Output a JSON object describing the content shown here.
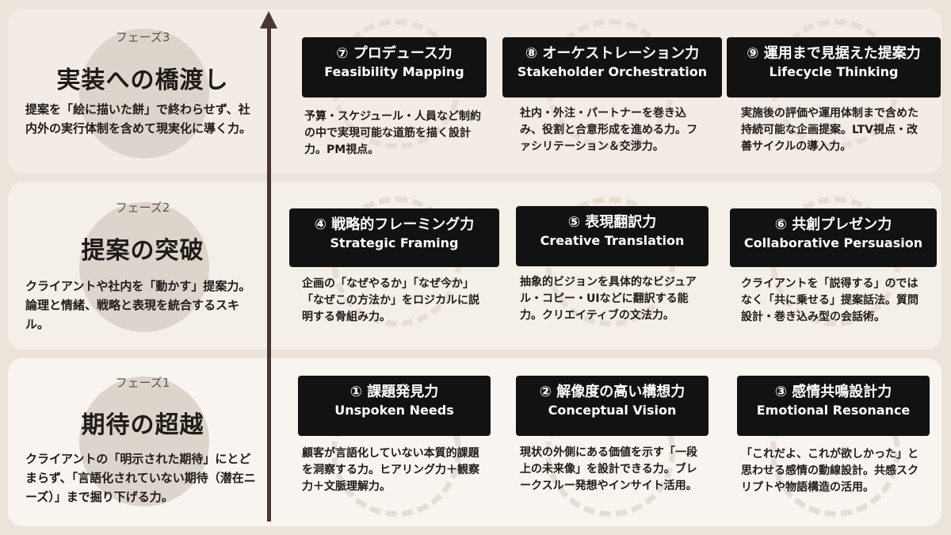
{
  "phases": [
    {
      "label": "フェーズ3",
      "title": "実装への橋渡し",
      "desc": "提案を「絵に描いた餅」で終わらせず、社内外の実行体制を含めて現実化に導く力。",
      "skills": [
        {
          "jp": "⑦ プロデュース力",
          "en": "Feasibility Mapping",
          "desc": "予算・スケジュール・人員など制約の中で実現可能な道筋を描く設計力。PM視点。"
        },
        {
          "jp": "⑧ オーケストレーション力",
          "en": "Stakeholder Orchestration",
          "desc": "社内・外注・パートナーを巻き込み、役割と合意形成を進める力。ファシリテーション＆交渉力。"
        },
        {
          "jp": "⑨ 運用まで見据えた提案力",
          "en": "Lifecycle Thinking",
          "desc": "実施後の評価や運用体制まで含めた持続可能な企画提案。LTV視点・改善サイクルの導入力。"
        }
      ]
    },
    {
      "label": "フェーズ2",
      "title": "提案の突破",
      "desc": "クライアントや社内を「動かす」提案力。論理と情緒、戦略と表現を統合するスキル。",
      "skills": [
        {
          "jp": "④ 戦略的フレーミング力",
          "en": "Strategic Framing",
          "desc": "企画の「なぜやるか」「なぜ今か」「なぜこの方法か」をロジカルに説明する骨組み力。"
        },
        {
          "jp": "⑤ 表現翻訳力",
          "en": "Creative Translation",
          "desc": "抽象的ビジョンを具体的なビジュアル・コピー・UIなどに翻訳する能力。クリエイティブの文法力。"
        },
        {
          "jp": "⑥ 共創プレゼン力",
          "en": "Collaborative Persuasion",
          "desc": "クライアントを「説得する」のではなく「共に乗せる」提案話法。質問設計・巻き込み型の会話術。"
        }
      ]
    },
    {
      "label": "フェーズ1",
      "title": "期待の超越",
      "desc": "クライアントの「明示された期待」にとどまらず、「言語化されていない期待（潜在ニーズ）」まで掘り下げる力。",
      "skills": [
        {
          "jp": "① 課題発見力",
          "en": "Unspoken Needs",
          "desc": "顧客が言語化していない本質的課題を洞察する力。ヒアリング力＋観察力＋文脈理解力。"
        },
        {
          "jp": "② 解像度の高い構想力",
          "en": "Conceptual Vision",
          "desc": "現状の外側にある価値を示す「一段上の未来像」を設計できる力。ブレークスルー発想やインサイト活用。"
        },
        {
          "jp": "③ 感情共鳴設計力",
          "en": "Emotional Resonance",
          "desc": "「これだよ、これが欲しかった」と思わせる感情の動線設計。共感スクリプトや物語構造の活用。"
        }
      ]
    }
  ],
  "colors": {
    "card_bg": "#121212",
    "axis": "#4a3630",
    "page_bg": "#ece4db"
  }
}
